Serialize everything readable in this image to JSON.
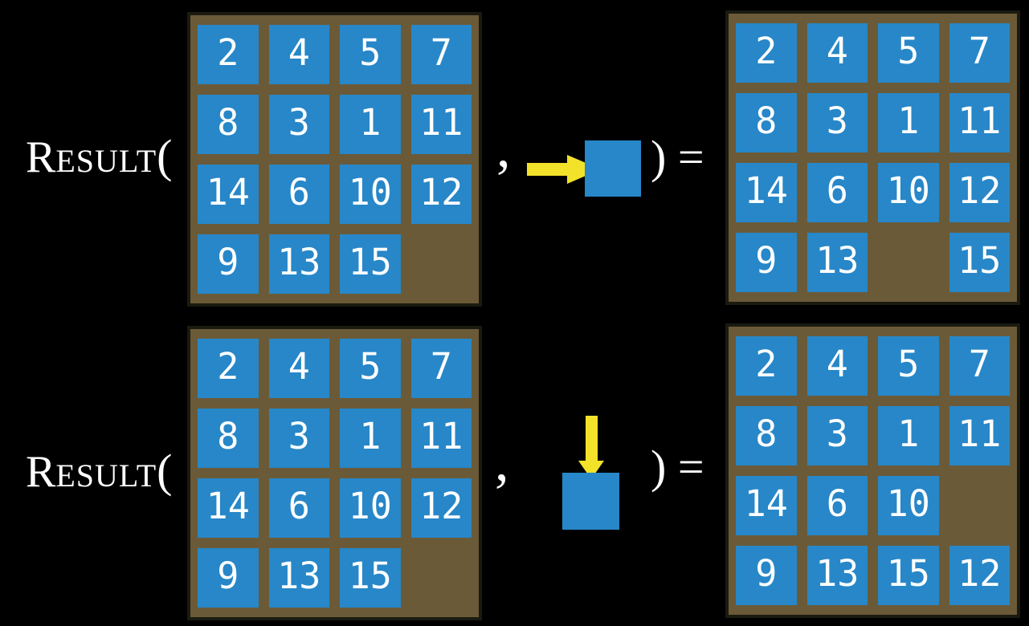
{
  "colors": {
    "background": "#000000",
    "tile": "#2787c8",
    "board": "#6b5a38",
    "board-border": "#1a1a10",
    "arrow": "#f2e22a",
    "text": "#ffffff"
  },
  "label": {
    "function_initial": "R",
    "function_rest": "ESULT",
    "open_paren": "(",
    "comma": ",",
    "close_paren_equals": ") ="
  },
  "examples": [
    {
      "action_icon": "arrow-right-icon",
      "action_direction": "right",
      "input_grid": [
        [
          2,
          4,
          5,
          7
        ],
        [
          8,
          3,
          1,
          11
        ],
        [
          14,
          6,
          10,
          12
        ],
        [
          9,
          13,
          15,
          null
        ]
      ],
      "output_grid": [
        [
          2,
          4,
          5,
          7
        ],
        [
          8,
          3,
          1,
          11
        ],
        [
          14,
          6,
          10,
          12
        ],
        [
          9,
          13,
          null,
          15
        ]
      ]
    },
    {
      "action_icon": "arrow-down-icon",
      "action_direction": "down",
      "input_grid": [
        [
          2,
          4,
          5,
          7
        ],
        [
          8,
          3,
          1,
          11
        ],
        [
          14,
          6,
          10,
          12
        ],
        [
          9,
          13,
          15,
          null
        ]
      ],
      "output_grid": [
        [
          2,
          4,
          5,
          7
        ],
        [
          8,
          3,
          1,
          11
        ],
        [
          14,
          6,
          10,
          null
        ],
        [
          9,
          13,
          15,
          12
        ]
      ]
    }
  ]
}
